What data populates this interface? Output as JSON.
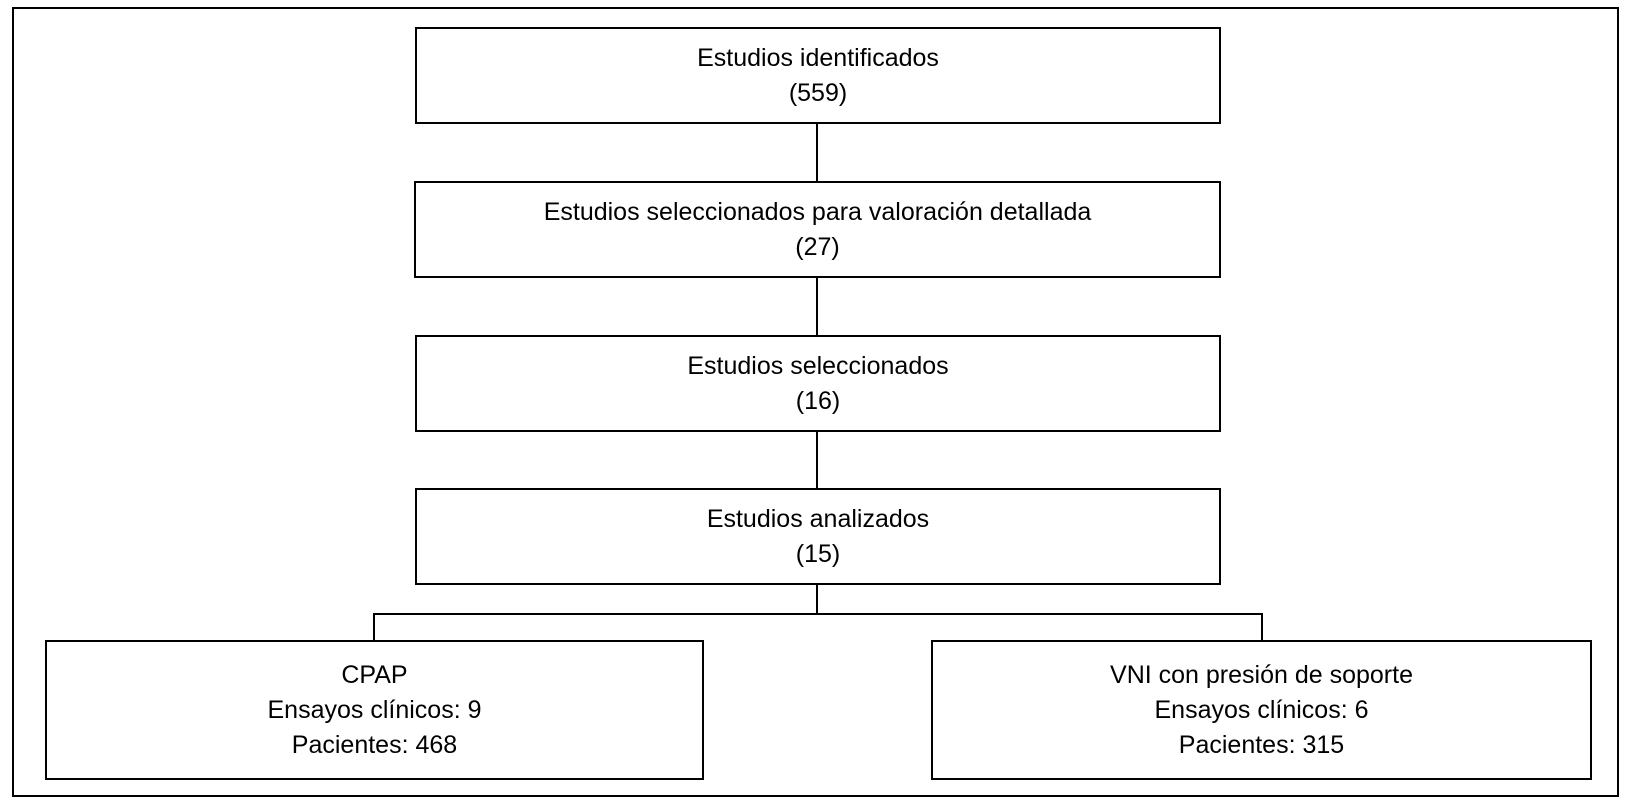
{
  "flowchart": {
    "step1": {
      "title": "Estudios identificados",
      "count": "(559)"
    },
    "step2": {
      "title": "Estudios seleccionados para valoración detallada",
      "count": "(27)"
    },
    "step3": {
      "title": "Estudios seleccionados",
      "count": "(16)"
    },
    "step4": {
      "title": "Estudios analizados",
      "count": "(15)"
    },
    "branch_left": {
      "title": "CPAP",
      "trials": "Ensayos clínicos: 9",
      "patients": "Pacientes: 468"
    },
    "branch_right": {
      "title": "VNI con presión de soporte",
      "trials": "Ensayos clínicos: 6",
      "patients": "Pacientes: 315"
    }
  }
}
